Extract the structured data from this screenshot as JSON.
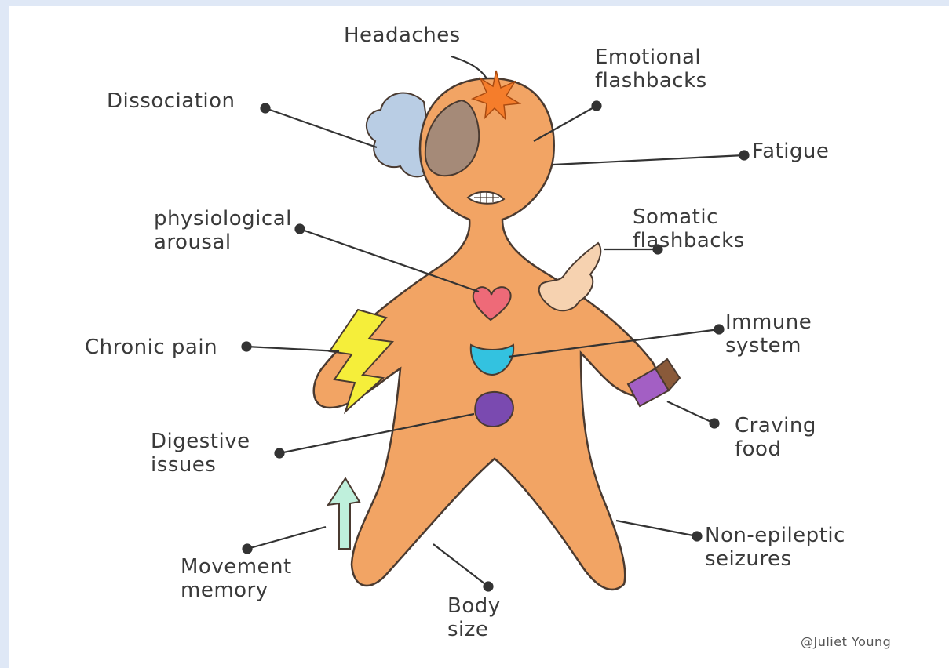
{
  "labels": {
    "headaches": "Headaches",
    "emotional_flashbacks": "Emotional\nflashbacks",
    "dissociation": "Dissociation",
    "fatigue": "Fatigue",
    "physiological_arousal": "physiological\narousal",
    "somatic_flashbacks": "Somatic\nflashbacks",
    "chronic_pain": "Chronic pain",
    "immune_system": "Immune\nsystem",
    "digestive_issues": "Digestive\nissues",
    "craving_food": "Craving\nfood",
    "movement_memory": "Movement\nmemory",
    "body_size": "Body\nsize",
    "non_epileptic_seizures": "Non-epileptic\nseizures",
    "credit": "@Juliet Young"
  },
  "colors": {
    "body": "#f2a464",
    "outline": "#4a3a30",
    "brain_cloud": "#b9cde4",
    "head_shade": "#a58a78",
    "heart": "#ee6a78",
    "immune": "#33c2e0",
    "digestive": "#7a4ab0",
    "lightning": "#f5ee3a",
    "movement_arrow": "#bff0dc",
    "hand": "#f6d2b0",
    "headache_star": "#f57d2b",
    "food": "#a35fc4"
  }
}
